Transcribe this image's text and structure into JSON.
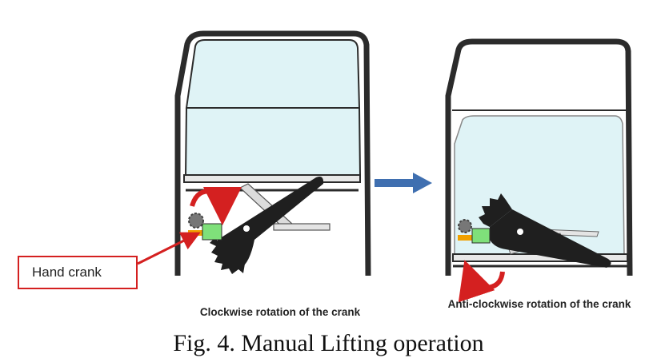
{
  "labels": {
    "hand_crank": "Hand crank",
    "caption_left": "Clockwise rotation of the crank",
    "caption_right": "Anti-clockwise rotation of the crank",
    "figure_title": "Fig. 4. Manual Lifting operation"
  },
  "colors": {
    "frame": "#2b2b2b",
    "glass": "#dff3f6",
    "rotation_arrow": "#d42020",
    "callout": "#d42020",
    "direction_arrow": "#3f6fb0",
    "crank_block": "#7fe07a",
    "pin": "#f0a000"
  },
  "icons": {
    "rotation_left": "clockwise-arrow-icon",
    "rotation_right": "anticlockwise-arrow-icon",
    "transition": "right-arrow-icon"
  }
}
